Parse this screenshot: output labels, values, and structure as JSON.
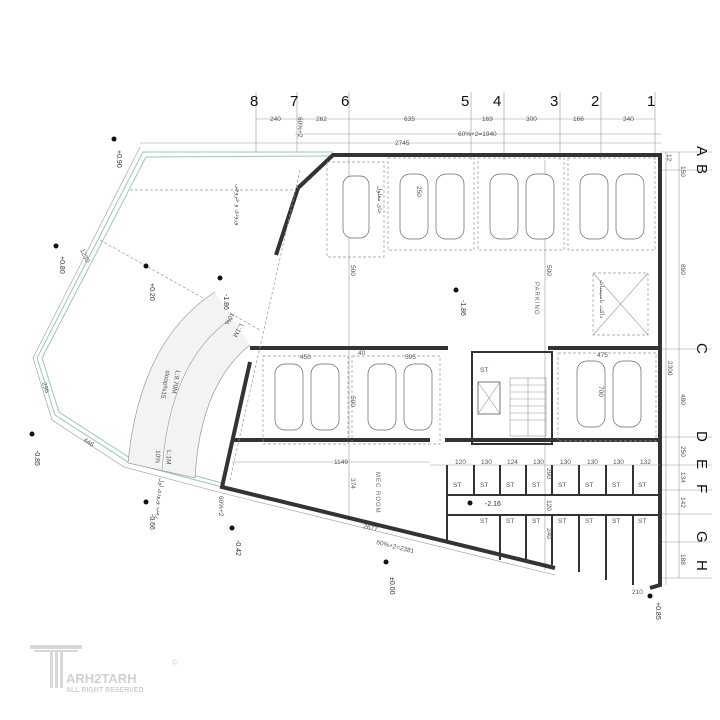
{
  "grid_columns": [
    "8",
    "7",
    "6",
    "5",
    "4",
    "3",
    "2",
    "1"
  ],
  "grid_rows": [
    "A",
    "B",
    "C",
    "D",
    "E",
    "F",
    "G",
    "H"
  ],
  "top_dimensions": [
    "240",
    "262",
    "635",
    "169",
    "300",
    "166",
    "340"
  ],
  "top_slope_note": "60%+2",
  "top_total_slope": "60%+2=1940",
  "top_total": "2745",
  "right_dimensions": [
    "150",
    "890",
    "480",
    "250",
    "134",
    "142",
    "188"
  ],
  "right_total": "2300",
  "right_small": "12",
  "site_dimensions": [
    "1230",
    "296",
    "446"
  ],
  "bottom_dimensions": {
    "wall": "2677",
    "slope": "60%+2=2381",
    "corner": "210",
    "left_slope": "60%+2",
    "mec_width": "1149",
    "mec_depth": "374"
  },
  "parking_dimensions": [
    "450",
    "595",
    "475",
    "40",
    "500",
    "250",
    "700",
    "500",
    "500"
  ],
  "storage_dimensions": [
    "120",
    "130",
    "124",
    "130",
    "130",
    "130",
    "130",
    "132",
    "290",
    "120",
    "240"
  ],
  "levels": [
    "+0.90",
    "+0.80",
    "+0.20",
    "-1.86",
    "-1.86",
    "-0.85",
    "-0.66",
    "-0.42",
    "±0.00",
    "-2.16",
    "+0.85"
  ],
  "labels": {
    "parking": "PARKING",
    "mec_room": "MEC ROOM",
    "ramp_length": "L:9.70M",
    "ramp_slope": "sloop%15",
    "ramp_top_pct": "10%",
    "ramp_top_len": "L:1M",
    "ramp_bot_pct": "10%",
    "ramp_bot_len": "L:1M",
    "storage": "ST",
    "ramp_fa": "رمپ ورودی اول",
    "entrance_fa": "ورودی و خروجی",
    "disabled_fa": "جای معلول",
    "shaft_fa": "داکت تاسیسات"
  },
  "logo": {
    "brand": "ARH2TARH",
    "tagline": "ALL RIGHT RESERVED",
    "mark": "©"
  },
  "colors": {
    "wall": "#333333",
    "site_line": "#9bc7b8",
    "logo": "#d8d8d8"
  }
}
